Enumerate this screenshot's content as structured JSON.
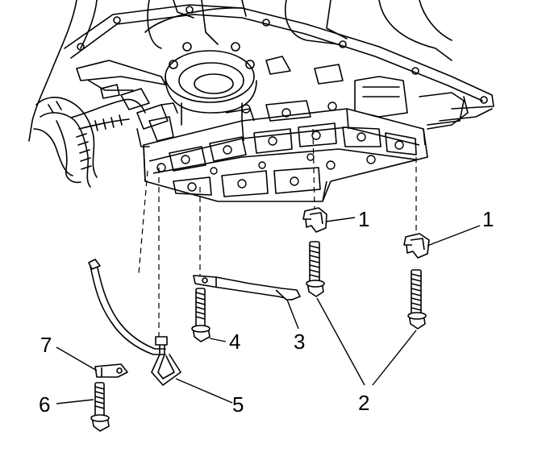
{
  "callouts": {
    "c1a": "1",
    "c1b": "1",
    "c2": "2",
    "c3": "3",
    "c4": "4",
    "c5": "5",
    "c6": "6",
    "c7": "7"
  },
  "colors": {
    "ink": "#000000",
    "paper": "#ffffff",
    "shade": "#e6e6e6"
  }
}
